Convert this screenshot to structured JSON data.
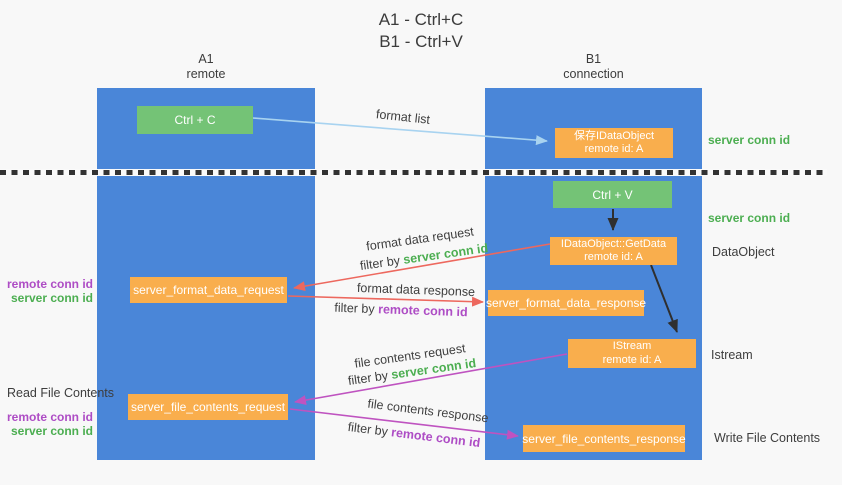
{
  "title": {
    "line1": "A1 - Ctrl+C",
    "line2": "B1 - Ctrl+V"
  },
  "lifelines": {
    "left": {
      "name": "A1",
      "role": "remote"
    },
    "right": {
      "name": "B1",
      "role": "connection"
    }
  },
  "nodes": {
    "ctrl_c": {
      "label": "Ctrl + C"
    },
    "save_idataobject": {
      "line1": "保存IDataObject",
      "line2": "remote id: A"
    },
    "ctrl_v": {
      "label": "Ctrl + V"
    },
    "getdata": {
      "line1": "IDataObject::GetData",
      "line2": "remote id: A"
    },
    "server_format_data_request": {
      "label": "server_format_data_request"
    },
    "server_format_data_response": {
      "label": "server_format_data_response"
    },
    "istream": {
      "line1": "IStream",
      "line2": "remote id: A"
    },
    "server_file_contents_request": {
      "label": "server_file_contents_request"
    },
    "server_file_contents_response": {
      "label": "server_file_contents_response"
    }
  },
  "flow_labels": {
    "format_list": "format list",
    "format_data_request": "format data request",
    "filter_server_1": {
      "prefix": "filter by ",
      "id": "server conn id"
    },
    "format_data_response": "format data response",
    "filter_remote_1": {
      "prefix": "filter by ",
      "id": "remote conn id"
    },
    "file_contents_request": "file contents request",
    "filter_server_2": {
      "prefix": "filter by ",
      "id": "server conn id"
    },
    "file_contents_response": "file contents response",
    "filter_remote_2": {
      "prefix": "filter by ",
      "id": "remote conn id"
    }
  },
  "side_labels": {
    "server_conn_id_top_right": "server conn id",
    "server_conn_id_ctrlv_right": "server conn id",
    "dataobject_right": "DataObject",
    "istream_right": "Istream",
    "write_file_contents_right": "Write File Contents",
    "remote_conn_id_left_mid": "remote conn id",
    "server_conn_id_left_mid": "server conn id",
    "read_file_contents_left": "Read File Contents",
    "remote_conn_id_left_bottom": "remote conn id",
    "server_conn_id_left_bottom": "server conn id"
  },
  "colors": {
    "lifeline_blue": "#4a86d8",
    "node_green": "#74c376",
    "node_orange": "#f9ae4d",
    "arrow_light_blue": "#a8d3f0",
    "arrow_red": "#ed685e",
    "arrow_magenta": "#bf53c0",
    "arrow_black": "#2f2f2f",
    "text_green": "#4cae51",
    "text_purple": "#ae4dc5",
    "text_dark": "#3d3d3d",
    "background": "#f8f8f8",
    "divider": "#333333"
  }
}
